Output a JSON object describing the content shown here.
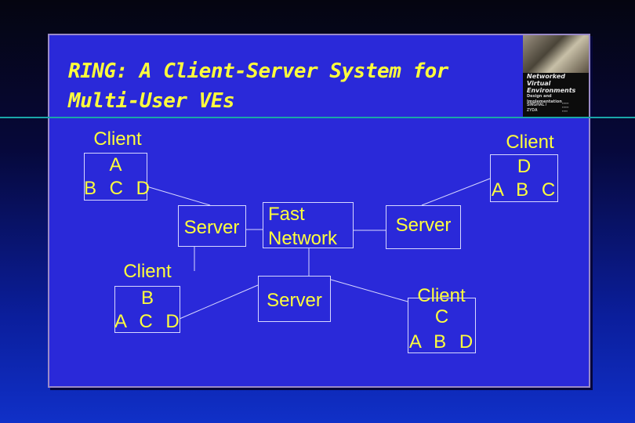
{
  "slide": {
    "title_line1": "RING: A Client-Server System for",
    "title_line2": "Multi-User VEs"
  },
  "book_cover": {
    "title": "Networked Virtual Environments",
    "subtitle": "Design and Implementation",
    "authors": "SINGHAL / ZYDA"
  },
  "diagram": {
    "client_a": {
      "label": "Client",
      "name": "A",
      "sees": "B C D"
    },
    "client_b": {
      "label": "Client",
      "name": "B",
      "sees": "A C D"
    },
    "client_c": {
      "label": "Client",
      "name": "C",
      "sees": "A B D"
    },
    "client_d": {
      "label": "Client",
      "name": "D",
      "sees": "A B C"
    },
    "server_left": "Server",
    "server_bottom": "Server",
    "server_right": "Server",
    "network_line1": "Fast",
    "network_line2": "Network"
  },
  "colors": {
    "text": "#ffff3c",
    "panel": "#2a29d9",
    "rule": "#1aa6a8"
  }
}
